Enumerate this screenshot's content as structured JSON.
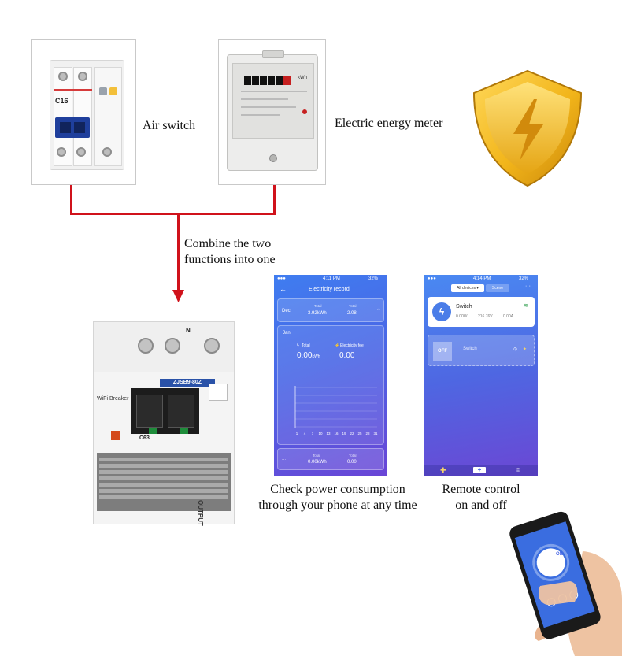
{
  "labels": {
    "air_switch": "Air switch",
    "meter": "Electric energy meter",
    "combine_line1": "Combine the two",
    "combine_line2": "functions into one",
    "consumption_line1": "Check power consumption",
    "consumption_line2": "through your phone at any time",
    "remote_line1": "Remote control",
    "remote_line2": "on and off"
  },
  "air_switch_image": {
    "rating": "C16"
  },
  "meter_image": {
    "unit": "kWh"
  },
  "breaker": {
    "model": "ZJSB9-80Z",
    "brand": "WiFi Breaker",
    "rating": "C63",
    "terminal_top": "N",
    "output_label": "OUTPUT"
  },
  "electricity_screen": {
    "time": "4:11 PM",
    "battery": "32%",
    "title": "Electricity record",
    "month1": "Dec.",
    "total_label": "Total",
    "total_value": "3.92kWh",
    "fee_value": "2.08",
    "month2": "Jan.",
    "total_label2": "Total",
    "fee_label": "Electricity fee",
    "jan_total": "0.00",
    "jan_total_unit": "kWh",
    "jan_fee": "0.00",
    "bottom_total_label": "Total",
    "bottom_total_value": "0.00kWh",
    "bottom_fee_label": "Total",
    "bottom_fee_value": "0.00",
    "axis_ticks": [
      "1",
      "4",
      "7",
      "10",
      "13",
      "16",
      "19",
      "22",
      "25",
      "28",
      "31"
    ]
  },
  "switch_screen": {
    "time": "4:14 PM",
    "battery": "32%",
    "filter": "All devices",
    "scene": "Scene",
    "device1_name": "Switch",
    "device1_power": "0.00W",
    "device1_voltage": "216.76V",
    "device1_current": "0.00A",
    "device2_state": "OFF",
    "device2_name": "Switch"
  },
  "hand_phone": {
    "button": "ON"
  },
  "colors": {
    "wire": "#d0121b",
    "shield_gold": "#f2b51a",
    "screen_top": "#3f7df0",
    "screen_bottom": "#6a45d6",
    "handle_blue": "#1f3f9c"
  }
}
